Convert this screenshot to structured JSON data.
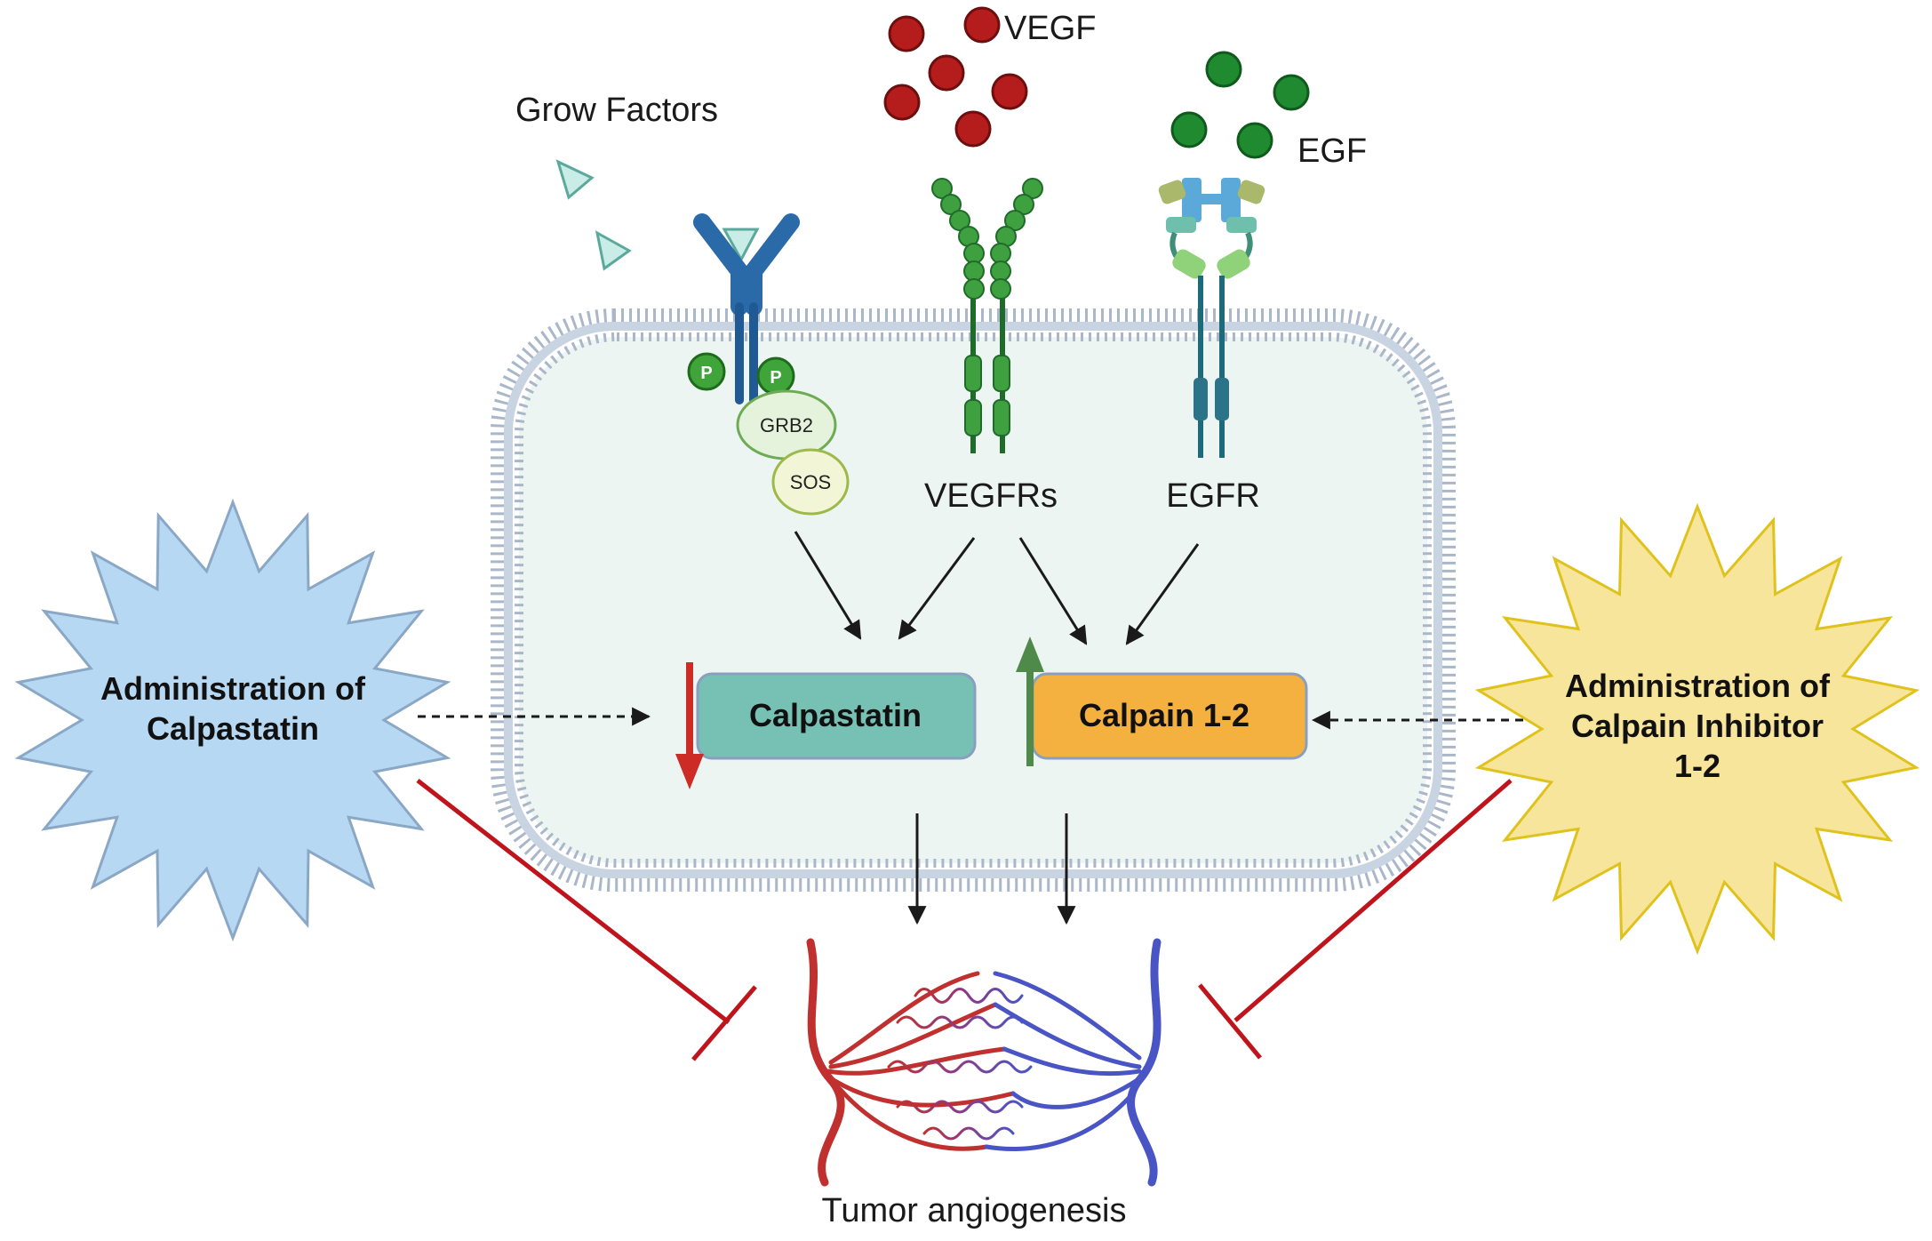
{
  "labels": {
    "grow_factors": "Grow Factors",
    "vegf": "VEGF",
    "egf": "EGF",
    "vegfrs": "VEGFRs",
    "egfr": "EGFR",
    "grb2": "GRB2",
    "sos": "SOS",
    "phospho": "P",
    "calpastatin": "Calpastatin",
    "calpain": "Calpain 1-2",
    "tumor_angiogenesis": "Tumor angiogenesis"
  },
  "left_intervention": {
    "line1": "Administration of",
    "line2": "Calpastatin"
  },
  "right_intervention": {
    "line1": "Administration of",
    "line2": "Calpain Inhibitor",
    "line3": "1-2"
  },
  "colors": {
    "cell_fill": "#edf5f2",
    "membrane": "#a9b7c9",
    "calpastatin_box": "#77c1b4",
    "calpain_box": "#f4b13f",
    "down_arrow": "#cc2b26",
    "up_arrow": "#4f8a4a",
    "inhibit": "#c0141c",
    "left_burst": "#b7d8f2",
    "right_burst": "#f6e59a",
    "vegf_ball": "#b51c1c",
    "egf_ball": "#1f8a2f",
    "artery": "#c0302f",
    "vein": "#4a55c5"
  },
  "icons": {
    "growth_factor": "triangle-icon",
    "phosphate": "phosphate-circle-icon",
    "vessels": "blood-vessel-network-icon"
  }
}
